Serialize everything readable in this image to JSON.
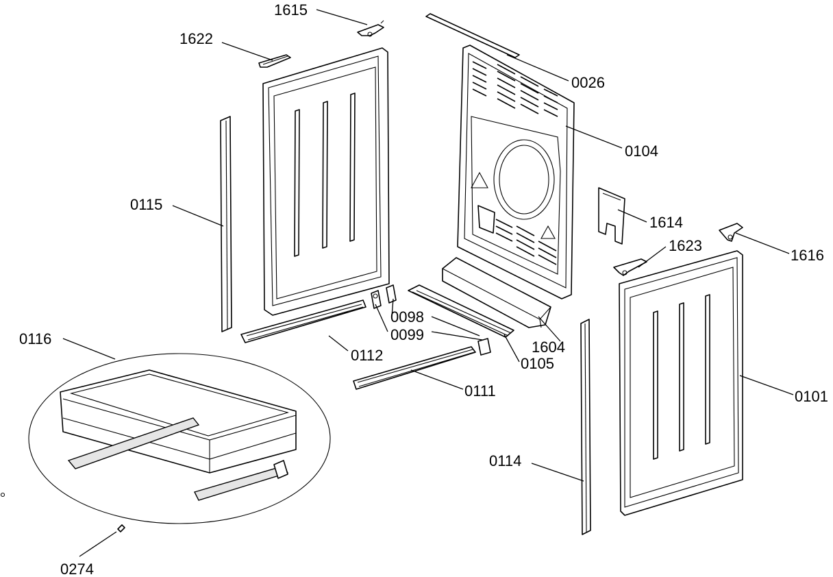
{
  "labels": {
    "l1615": "1615",
    "l1622": "1622",
    "l0026": "0026",
    "l0104": "0104",
    "l0115": "0115",
    "l1614": "1614",
    "l1616": "1616",
    "l1623": "1623",
    "l0098": "0098",
    "l0099": "0099",
    "l1604": "1604",
    "l0116": "0116",
    "l0112": "0112",
    "l0105": "0105",
    "l0111": "0111",
    "l0101": "0101",
    "l0114": "0114",
    "l0274": "0274"
  }
}
